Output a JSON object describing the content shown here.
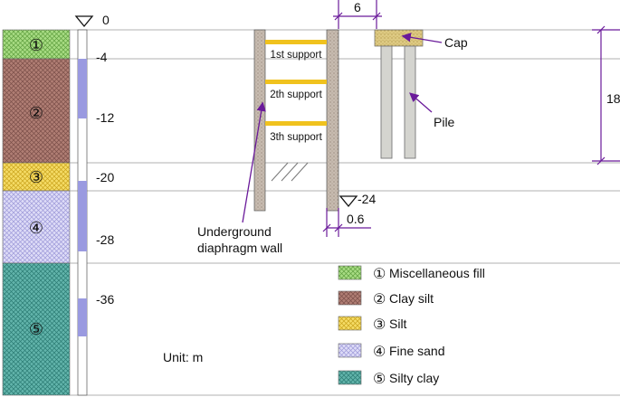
{
  "scale": {
    "zero_label": "0",
    "depth_labels": [
      "-4",
      "-12",
      "-20",
      "-28",
      "-36"
    ]
  },
  "layers": [
    {
      "num": "①",
      "name": "Miscellaneous fill",
      "color": "#8fcf6a"
    },
    {
      "num": "②",
      "name": "Clay silt",
      "color": "#9a6a62"
    },
    {
      "num": "③",
      "name": "Silt",
      "color": "#f1d24a"
    },
    {
      "num": "④",
      "name": "Fine sand",
      "color": "#c6c4ef"
    },
    {
      "num": "⑤",
      "name": "Silty clay",
      "color": "#3f9b93"
    }
  ],
  "supports": [
    "1st support",
    "2th support",
    "3th support"
  ],
  "wall_label_line1": "Underground",
  "wall_label_line2": "diaphragm wall",
  "excavation_depth": "-24",
  "wall_thickness": "0.6",
  "pile_spacing": "6",
  "pile_length": "18",
  "cap_label": "Cap",
  "pile_label": "Pile",
  "unit": "Unit: m",
  "colors": {
    "support": "#f0c21e",
    "wall": "#c2b5a8",
    "cap": "#d8c47a",
    "pile": "#d4d4cf",
    "annotation": "#6a1a9a",
    "scale_bar": "#9a9ae0"
  }
}
